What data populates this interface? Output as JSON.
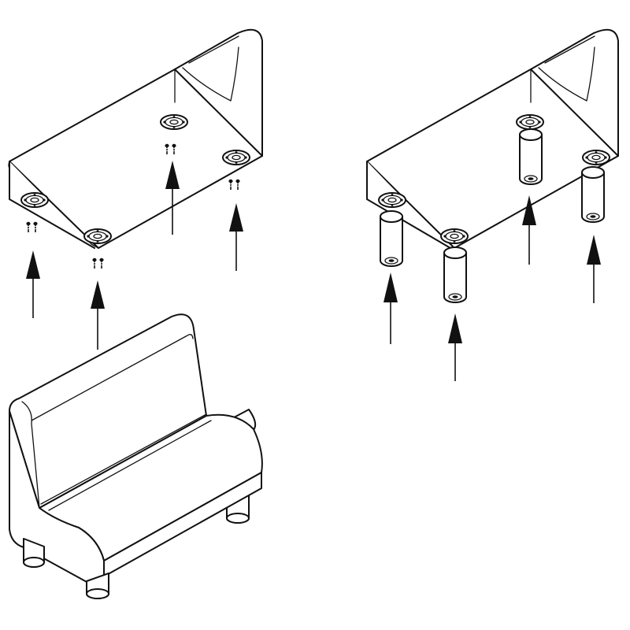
{
  "diagram": {
    "style": "monochrome isometric assembly line drawing",
    "colors": {
      "line": "#111111",
      "background": "#ffffff"
    },
    "panels": [
      {
        "id": "step-1",
        "description_icon": "sofa-base-underside-with-screws"
      },
      {
        "id": "step-2",
        "description_icon": "sofa-base-underside-with-feet"
      },
      {
        "id": "result",
        "description_icon": "assembled-sofa"
      }
    ]
  }
}
